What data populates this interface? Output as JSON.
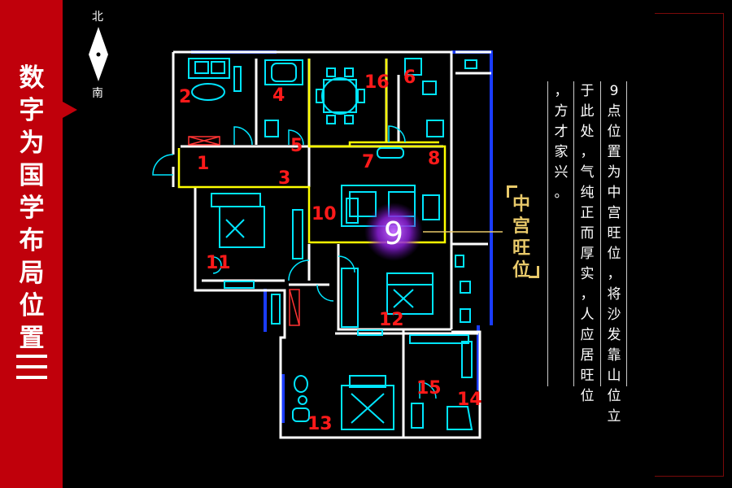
{
  "sidebar": {
    "title_chars": [
      "数",
      "字",
      "为",
      "国",
      "学",
      "布",
      "局",
      "位",
      "置"
    ],
    "color": "#c0000b"
  },
  "compass": {
    "north": "北",
    "south": "南"
  },
  "rooms": [
    {
      "num": "1"
    },
    {
      "num": "2"
    },
    {
      "num": "3"
    },
    {
      "num": "4"
    },
    {
      "num": "5"
    },
    {
      "num": "6"
    },
    {
      "num": "7"
    },
    {
      "num": "8"
    },
    {
      "num": "10"
    },
    {
      "num": "11"
    },
    {
      "num": "12"
    },
    {
      "num": "13"
    },
    {
      "num": "15"
    },
    {
      "num": "14"
    },
    {
      "num": "16"
    }
  ],
  "center_marker": {
    "num": "9",
    "color": "#9b30d9"
  },
  "callout": {
    "chars": [
      "中",
      "宫",
      "旺",
      "位"
    ],
    "color": "#e8c96a"
  },
  "description_columns": [
    [
      "9",
      "点",
      "位",
      "置",
      "为",
      "中",
      "宫",
      "旺",
      "位",
      "，",
      "将",
      "沙",
      "发",
      "靠",
      "山",
      "位",
      "立"
    ],
    [
      "于",
      "此",
      "处",
      "，",
      "气",
      "纯",
      "正",
      "而",
      "厚",
      "实",
      "，",
      "人",
      "应",
      "居",
      "旺",
      "位"
    ],
    [
      "，",
      "方",
      "才",
      "家",
      "兴",
      "。"
    ]
  ],
  "colors": {
    "wall": "#ffffff",
    "furniture": "#00e5ff",
    "room_number": "#ff1a1a",
    "zone_line": "#ffff00",
    "balcony": "#1a3cff"
  }
}
